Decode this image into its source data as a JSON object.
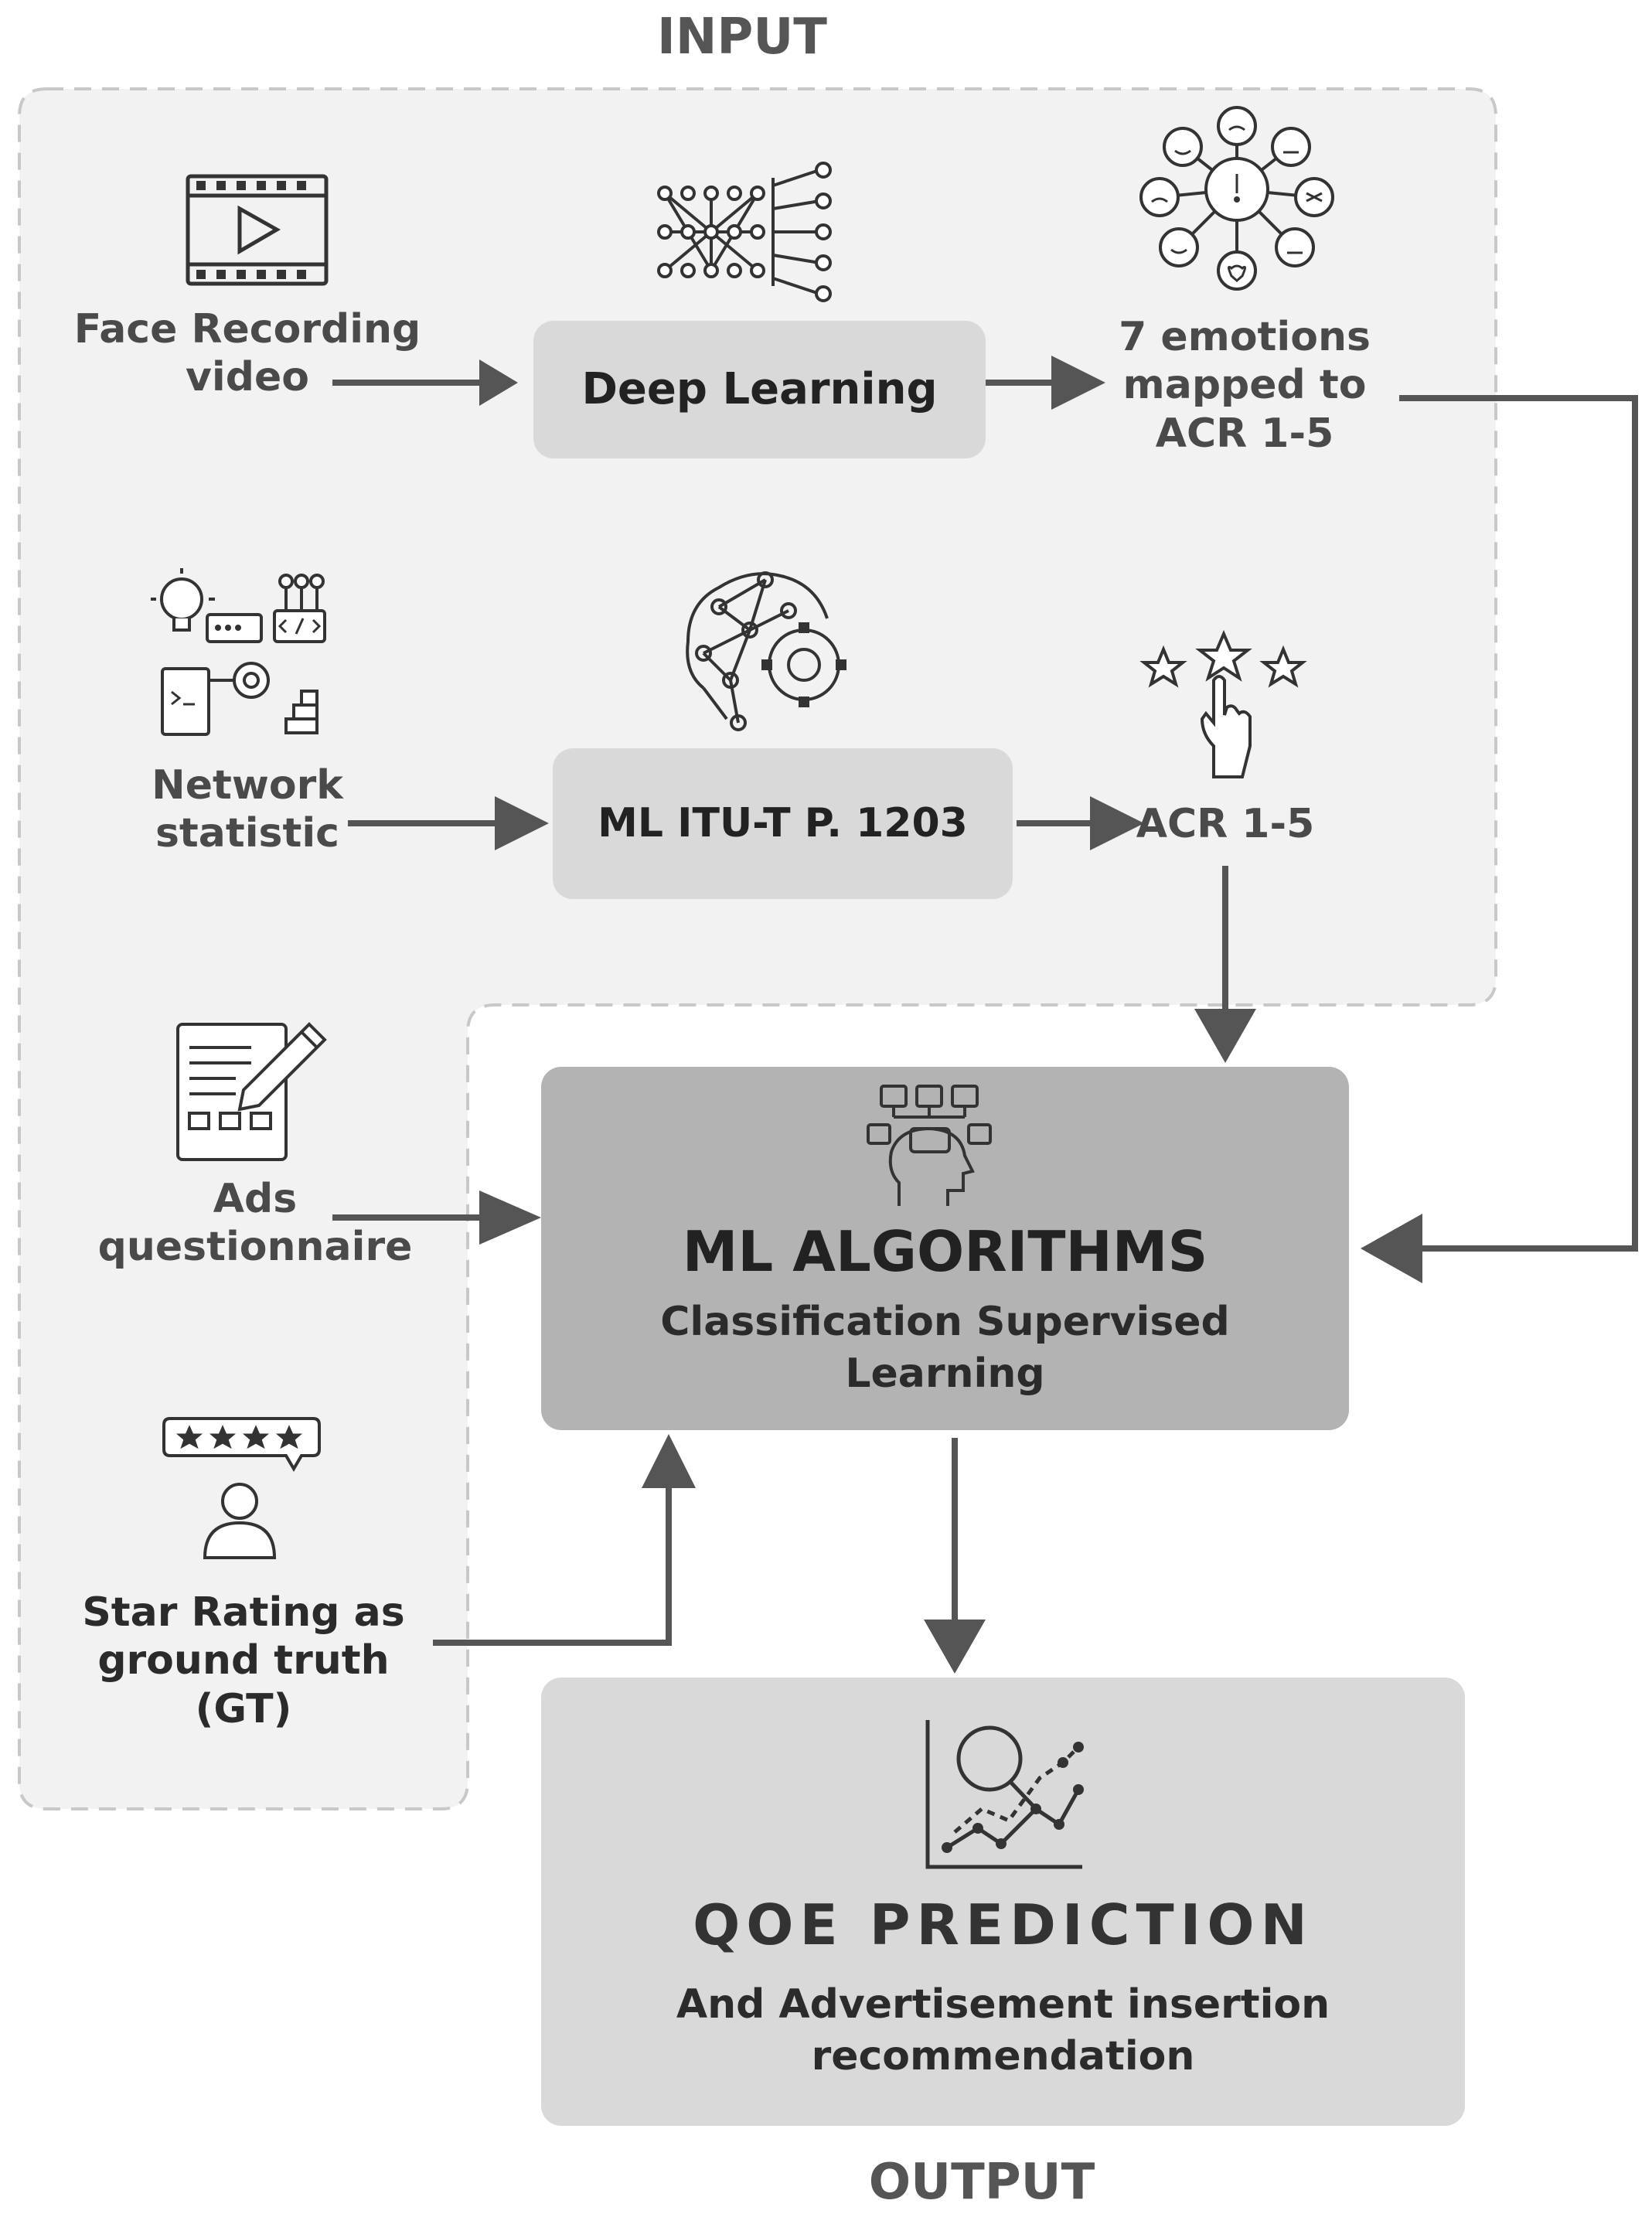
{
  "labels": {
    "input_title": "INPUT",
    "output_title": "OUTPUT",
    "face_recording": "Face Recording video",
    "deep_learning": "Deep Learning",
    "emotions": "7 emotions mapped to ACR 1-5",
    "network_statistic": "Network statistic",
    "ml_itu": "ML ITU-T P. 1203",
    "acr": "ACR 1-5",
    "ads_questionnaire": "Ads questionnaire",
    "ml_algorithms_title": "ML ALGORITHMS",
    "ml_algorithms_subtitle": "Classification Supervised Learning",
    "star_rating": "Star Rating as ground truth (GT)",
    "qoe_title": "QOE PREDICTION",
    "qoe_subtitle": "And Advertisement insertion recommendation"
  },
  "icons": {
    "face_recording": "video-icon",
    "deep_learning": "neural-network-icon",
    "emotions": "emotions-icon",
    "network_statistic": "network-tools-icon",
    "ml_itu": "ai-brain-icon",
    "acr": "star-rating-hand-icon",
    "ads_questionnaire": "questionnaire-icon",
    "ml_algorithms": "ml-head-icon",
    "star_rating": "user-rating-icon",
    "qoe": "analytics-chart-icon"
  },
  "colors": {
    "input_region_fill": "#f2f2f2",
    "input_region_border": "#c8c8c8",
    "box_light": "#d9d9d9",
    "box_ml": "#b3b3b3",
    "arrow": "#555555",
    "text": "#4a4a4a"
  }
}
